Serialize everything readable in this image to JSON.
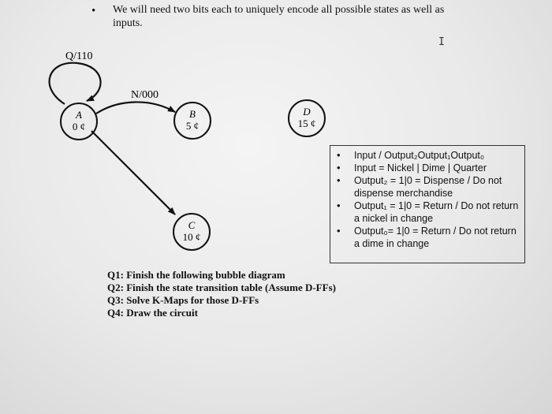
{
  "intro": {
    "bullet": "•",
    "text": "We will need two bits each to uniquely encode all possible states as well as inputs."
  },
  "cursor": "I",
  "states": [
    {
      "id": "A",
      "value": "0 ¢"
    },
    {
      "id": "B",
      "value": "5 ¢"
    },
    {
      "id": "C",
      "value": "10 ¢"
    },
    {
      "id": "D",
      "value": "15 ¢"
    }
  ],
  "transitions": [
    {
      "from": "A",
      "to": "A",
      "label": "Q/110"
    },
    {
      "from": "A",
      "to": "B",
      "label": "N/000"
    },
    {
      "from": "A",
      "to": "C",
      "label": ""
    }
  ],
  "legend": {
    "items": [
      "Input / Output₂Output₁Output₀",
      "Input = Nickel | Dime | Quarter",
      "Output₂ = 1|0 = Dispense / Do not dispense merchandise",
      "Output₁ = 1|0 = Return / Do not return a nickel in change",
      "Output₀= 1|0 = Return / Do not return a dime in change"
    ]
  },
  "questions": [
    "Q1: Finish the following bubble diagram",
    "Q2: Finish the state transition table (Assume D-FFs)",
    "Q3: Solve K-Maps for those D-FFs",
    "Q4: Draw the circuit"
  ]
}
